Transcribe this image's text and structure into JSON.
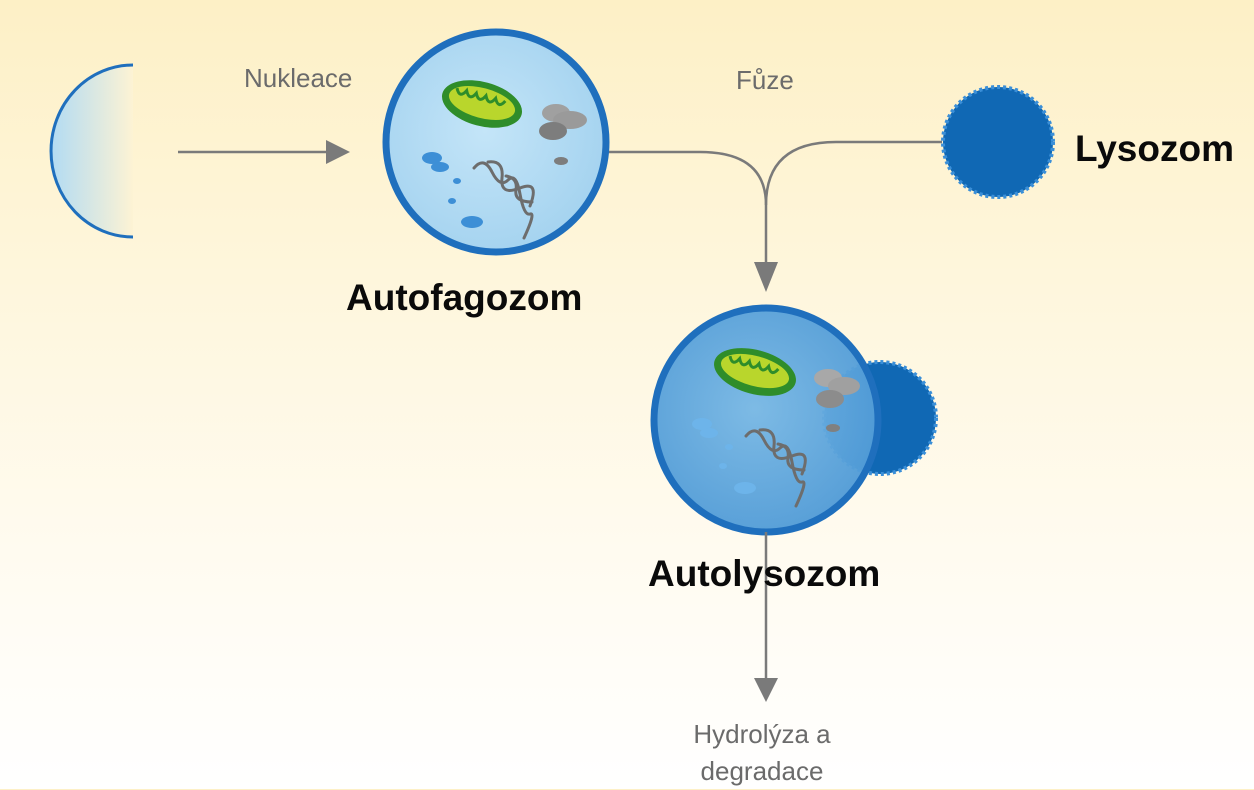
{
  "labels": {
    "nucleation": "Nukleace",
    "fusion": "Fůze",
    "lysosome": "Lysozom",
    "autophagosome": "Autofagozom",
    "autolysosome": "Autolysozom",
    "result_line1": "Hydrolýza a",
    "result_line2": "degradace"
  },
  "colors": {
    "membrane": "#1f6fbd",
    "lysosome": "#1068b4",
    "vesicle_fill": "#aed9f2",
    "autolysosome_fill": "#5fa7dc",
    "mitochondrion_outer": "#2f8d2a",
    "mitochondrion_inner": "#b9d62c",
    "arrow": "#7a7a7a",
    "debris": "#8a8a8a",
    "small_vesicles": "#3d8fd6"
  }
}
